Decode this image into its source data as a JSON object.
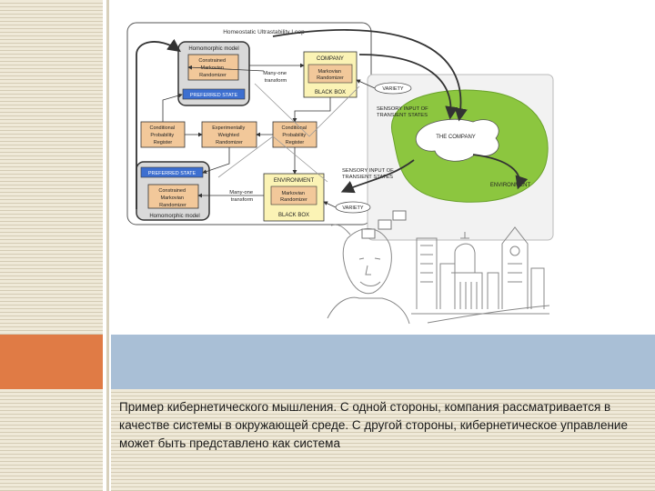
{
  "caption": "Пример кибернетического мышления. С одной стороны, компания рассматривается в качестве системы в окружающей среде. С другой стороны, кибернетическое управление может быть представлено как система",
  "diagram": {
    "loop_label": "Homeostatic Ultrastability Loop",
    "homomorphic_model_top": "Homomorphic model",
    "homomorphic_model_bottom": "Homomorphic model",
    "constrained_randomizer_top": [
      "Constrained",
      "Markovian",
      "Randomizer"
    ],
    "constrained_randomizer_bottom": [
      "Constrained",
      "Markovian",
      "Randomizer"
    ],
    "preferred_state_top": "PREFERRED STATE",
    "preferred_state_bottom": "PREFERRED STATE",
    "many_one_top": [
      "Many-one",
      "transform"
    ],
    "many_one_bottom": [
      "Many-one",
      "transform"
    ],
    "company": "COMPANY",
    "markovian_top": [
      "Markovian",
      "Randomizer"
    ],
    "black_box_top": "BLACK BOX",
    "variety_top": "VARIETY",
    "cond_prob_left": [
      "Conditional",
      "Probability",
      "Register"
    ],
    "exp_weighted": [
      "Experimentally",
      "Weighted",
      "Randomizer"
    ],
    "cond_prob_right": [
      "Conditional",
      "Probability",
      "Register"
    ],
    "environment_box": "ENVIRONMENT",
    "markovian_bottom": [
      "Markovian",
      "Randomizer"
    ],
    "black_box_bottom": "BLACK BOX",
    "variety_bottom": "VARIETY",
    "sensory_top": [
      "SENSORY INPUT OF",
      "TRANSIENT STATES"
    ],
    "sensory_bottom": [
      "SENSORY INPUT OF",
      "TRANSIENT STATES"
    ],
    "the_company": "THE COMPANY",
    "environment_label": "ENVIRONMENT"
  },
  "colors": {
    "orange_box": "#f2c89a",
    "yellow_box": "#fbf3b5",
    "blue_box": "#3d6fd0",
    "green_ring": "#8cc63f",
    "grey_model": "#d9d9d9",
    "accent_orange": "#e07b45",
    "band_blue": "#a9bfd6"
  }
}
